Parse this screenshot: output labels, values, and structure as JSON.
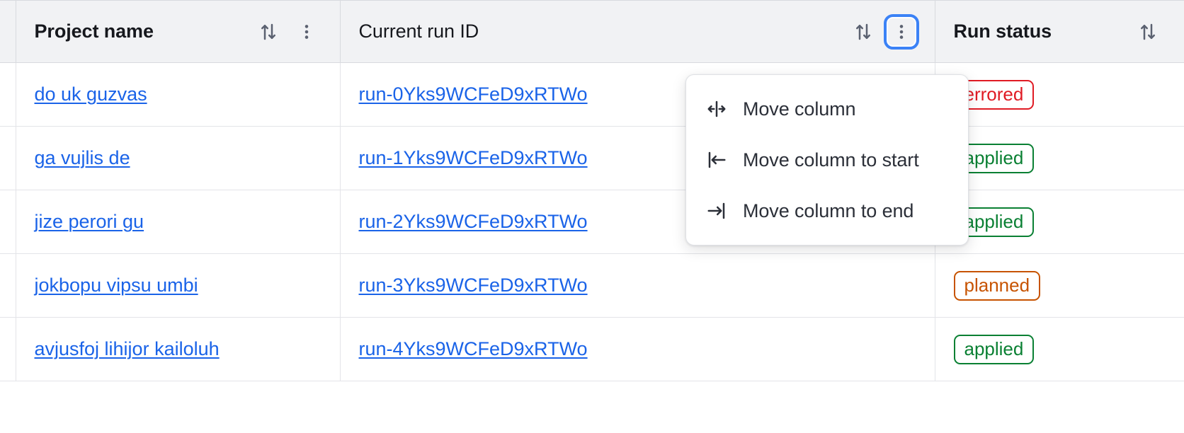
{
  "table": {
    "columns": [
      {
        "key": "project_name",
        "label": "Project name",
        "sort_icon": "sort-updown-icon",
        "menu_icon": "kebab-menu-icon",
        "has_menu": true,
        "menu_focused": false
      },
      {
        "key": "current_run_id",
        "label": "Current run ID",
        "sort_icon": "sort-updown-icon",
        "menu_icon": "kebab-menu-icon",
        "has_menu": true,
        "menu_focused": true
      },
      {
        "key": "run_status",
        "label": "Run status",
        "sort_icon": "sort-updown-icon",
        "menu_icon": "",
        "has_menu": false,
        "menu_focused": false
      }
    ],
    "rows": [
      {
        "project_name": "do uk guzvas",
        "current_run_id": "run-0Yks9WCFeD9xRTWo",
        "run_status": "errored",
        "status_variant": "errored"
      },
      {
        "project_name": "ga vujlis de",
        "current_run_id": "run-1Yks9WCFeD9xRTWo",
        "run_status": "applied",
        "status_variant": "applied"
      },
      {
        "project_name": "jize perori gu",
        "current_run_id": "run-2Yks9WCFeD9xRTWo",
        "run_status": "applied",
        "status_variant": "applied"
      },
      {
        "project_name": "jokbopu vipsu umbi",
        "current_run_id": "run-3Yks9WCFeD9xRTWo",
        "run_status": "planned",
        "status_variant": "planned"
      },
      {
        "project_name": "avjusfoj lihijor kailoluh",
        "current_run_id": "run-4Yks9WCFeD9xRTWo",
        "run_status": "applied",
        "status_variant": "applied"
      }
    ]
  },
  "column_menu": {
    "open_for_column": "Current run ID",
    "items": [
      {
        "label": "Move column",
        "icon": "move-column-icon"
      },
      {
        "label": "Move column to start",
        "icon": "move-column-to-start-icon"
      },
      {
        "label": "Move column to end",
        "icon": "move-column-to-end-icon"
      }
    ]
  },
  "colors": {
    "link": "#1a63e8",
    "focus_ring": "#3b82f6",
    "header_bg": "#f1f2f4",
    "status_errored": "#e01b24",
    "status_applied": "#0a8033",
    "status_planned": "#c75300"
  }
}
